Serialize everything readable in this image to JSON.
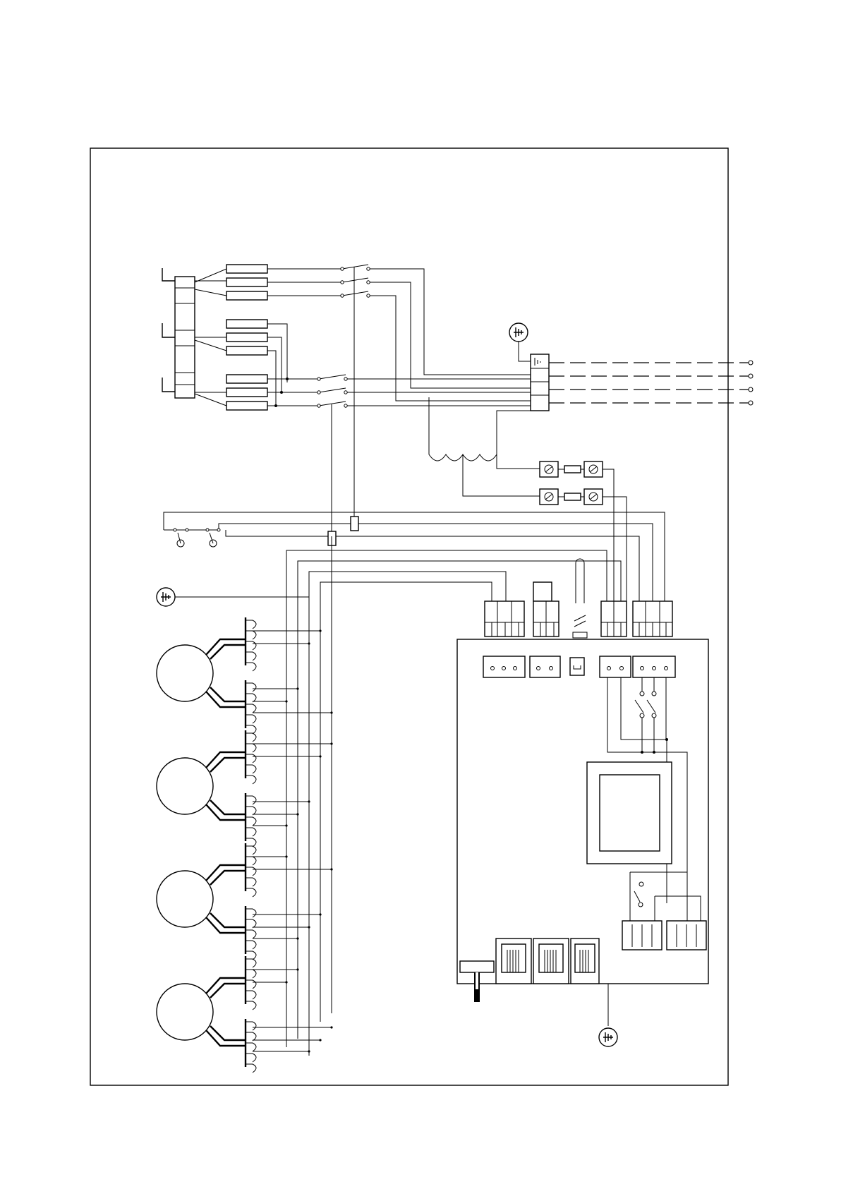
{
  "title": "",
  "diagram": {
    "motor_count": 4,
    "output_terminal_count": 4,
    "earth_symbol_count": 3,
    "fuse_holder_count": 2,
    "pcb_relay_count": 2,
    "pcb_rj_jack_count": 3
  }
}
